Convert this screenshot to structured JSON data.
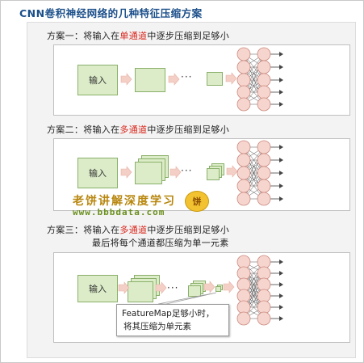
{
  "title": "CNN卷积神经网络的几种特征压缩方案",
  "scheme1": {
    "caption_prefix": "方案一：将输入在",
    "caption_highlight": "单通道",
    "caption_suffix": "中逐步压缩到足够小",
    "input_label": "输入",
    "dots": "···"
  },
  "scheme2": {
    "caption_prefix": "方案二：将输入在",
    "caption_highlight": "多通道",
    "caption_suffix": "中逐步压缩到足够小",
    "input_label": "输入",
    "dots": "···"
  },
  "scheme3": {
    "caption_prefix": "方案三：将输入在",
    "caption_highlight": "多通道",
    "caption_suffix": "中逐步压缩到足够小",
    "caption_line2": "最后将每个通道都压缩为单一元素",
    "input_label": "输入",
    "dots": "···",
    "note_line1": "FeatureMap足够小时，",
    "note_line2": "将其压缩为单元素"
  },
  "watermark": {
    "line1": "老饼讲解深度学习",
    "line2": "www.bbbdata.com",
    "badge": "饼"
  },
  "colors": {
    "title": "#1b4f8a",
    "highlight": "#d9261c",
    "feature_fill": "#dcecc8",
    "feature_border": "#8ab06a",
    "neuron_fill": "#f7d5cf",
    "neuron_border": "#c9897d",
    "arrow": "#f4cfc6"
  }
}
